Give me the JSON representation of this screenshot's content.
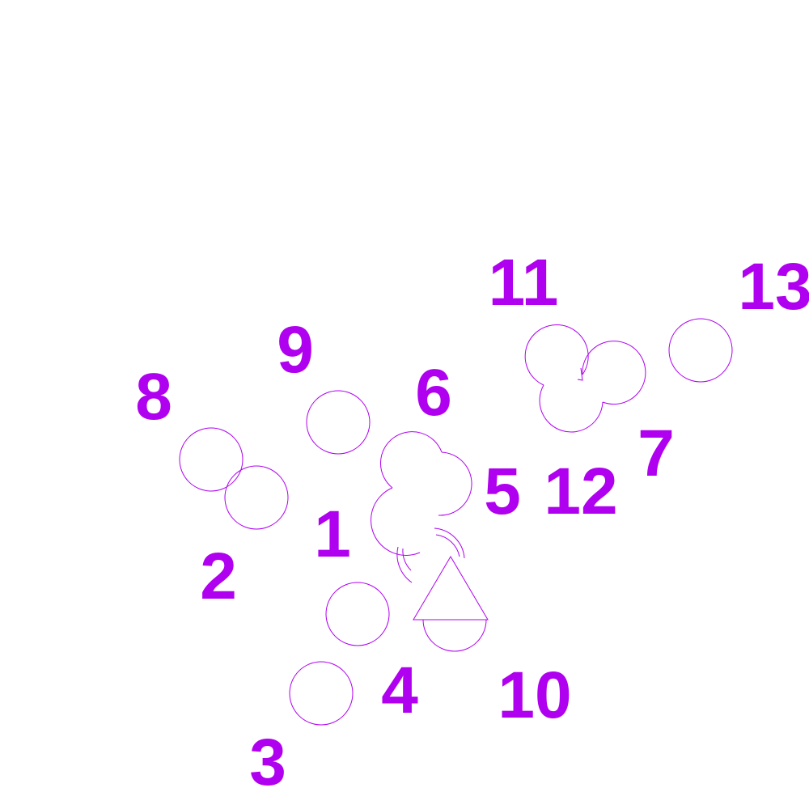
{
  "colors": {
    "ink": "#b000f0",
    "background": "#ffffff"
  },
  "labels": [
    {
      "id": "1",
      "text": "1"
    },
    {
      "id": "2",
      "text": "2"
    },
    {
      "id": "3",
      "text": "3"
    },
    {
      "id": "4",
      "text": "4"
    },
    {
      "id": "5",
      "text": "5"
    },
    {
      "id": "6",
      "text": "6"
    },
    {
      "id": "7",
      "text": "7"
    },
    {
      "id": "8",
      "text": "8"
    },
    {
      "id": "9",
      "text": "9"
    },
    {
      "id": "10",
      "text": "10"
    },
    {
      "id": "11",
      "text": "11"
    },
    {
      "id": "12",
      "text": "12"
    },
    {
      "id": "13",
      "text": "13"
    }
  ]
}
